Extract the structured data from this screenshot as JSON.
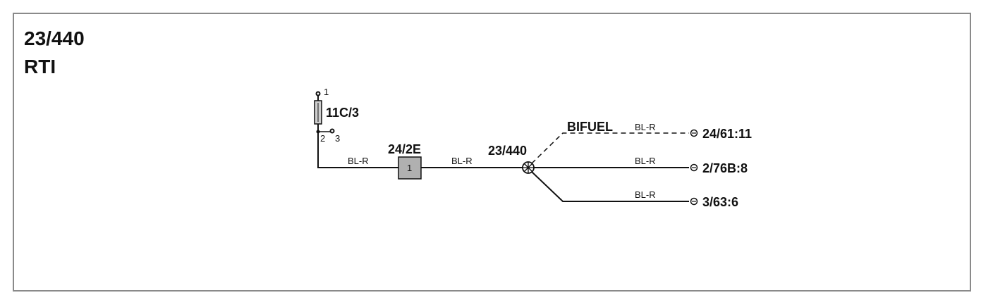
{
  "title": {
    "code": "23/440",
    "name": "RTI"
  },
  "fuse": {
    "id": "11C/3",
    "pins": [
      "1",
      "2",
      "3"
    ]
  },
  "connector": {
    "id": "24/2E",
    "pin": "1"
  },
  "splice": {
    "id": "23/440"
  },
  "variant": {
    "label": "BIFUEL"
  },
  "wires": {
    "w1": "BL-R",
    "w2": "BL-R",
    "w3": "BL-R",
    "w4": "BL-R",
    "w5": "BL-R"
  },
  "terminals": {
    "t1": "24/61:11",
    "t2": "2/76B:8",
    "t3": "3/63:6"
  },
  "colors": {
    "line": "#111111",
    "frame": "#8a8a8a",
    "connector_fill": "#b0b0b0"
  }
}
